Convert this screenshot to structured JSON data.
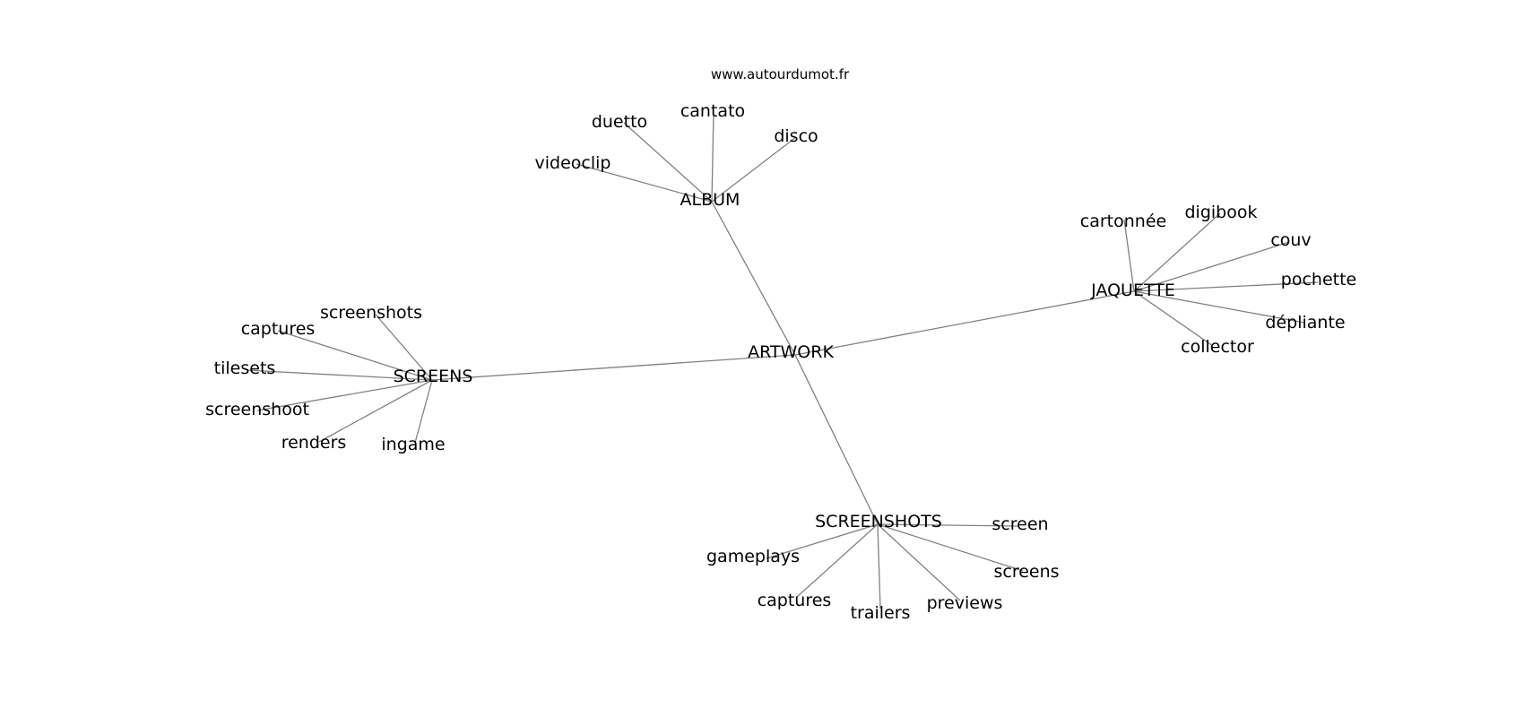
{
  "source": "www.autourdumot.fr",
  "nodes": {
    "artwork": "ARTWORK",
    "album": "ALBUM",
    "jaquette": "JAQUETTE",
    "screens": "SCREENS",
    "screenshots": "SCREENSHOTS",
    "album_duetto": "duetto",
    "album_cantato": "cantato",
    "album_disco": "disco",
    "album_videoclip": "videoclip",
    "jaquette_cartonnee": "cartonnée",
    "jaquette_digibook": "digibook",
    "jaquette_couv": "couv",
    "jaquette_pochette": "pochette",
    "jaquette_depliante": "dépliante",
    "jaquette_collector": "collector",
    "screens_screenshots": "screenshots",
    "screens_captures": "captures",
    "screens_tilesets": "tilesets",
    "screens_screenshoot": "screenshoot",
    "screens_renders": "renders",
    "screens_ingame": "ingame",
    "screenshots_screen": "screen",
    "screenshots_gameplays": "gameplays",
    "screenshots_captures": "captures",
    "screenshots_trailers": "trailers",
    "screenshots_previews": "previews",
    "screenshots_screens": "screens"
  },
  "edges": [
    [
      "artwork",
      "album"
    ],
    [
      "artwork",
      "jaquette"
    ],
    [
      "artwork",
      "screens"
    ],
    [
      "artwork",
      "screenshots"
    ],
    [
      "album",
      "album_duetto"
    ],
    [
      "album",
      "album_cantato"
    ],
    [
      "album",
      "album_disco"
    ],
    [
      "album",
      "album_videoclip"
    ],
    [
      "jaquette",
      "jaquette_cartonnee"
    ],
    [
      "jaquette",
      "jaquette_digibook"
    ],
    [
      "jaquette",
      "jaquette_couv"
    ],
    [
      "jaquette",
      "jaquette_pochette"
    ],
    [
      "jaquette",
      "jaquette_depliante"
    ],
    [
      "jaquette",
      "jaquette_collector"
    ],
    [
      "screens",
      "screens_screenshots"
    ],
    [
      "screens",
      "screens_captures"
    ],
    [
      "screens",
      "screens_tilesets"
    ],
    [
      "screens",
      "screens_screenshoot"
    ],
    [
      "screens",
      "screens_renders"
    ],
    [
      "screens",
      "screens_ingame"
    ],
    [
      "screenshots",
      "screenshots_screen"
    ],
    [
      "screenshots",
      "screenshots_gameplays"
    ],
    [
      "screenshots",
      "screenshots_captures"
    ],
    [
      "screenshots",
      "screenshots_trailers"
    ],
    [
      "screenshots",
      "screenshots_previews"
    ],
    [
      "screenshots",
      "screenshots_screens"
    ]
  ]
}
